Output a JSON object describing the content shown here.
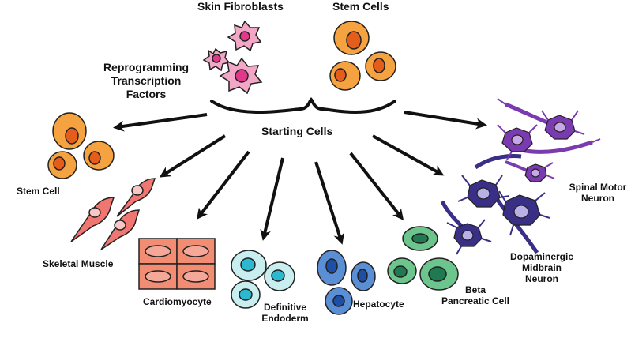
{
  "labels": {
    "skin_fibroblasts": "Skin Fibroblasts",
    "stem_cells_top": "Stem Cells",
    "reprogramming": "Reprogramming\nTranscription\nFactors",
    "starting_cells": "Starting Cells",
    "stem_cell": "Stem Cell",
    "skeletal_muscle": "Skeletal Muscle",
    "cardiomyocyte": "Cardiomyocyte",
    "definitive_endoderm": "Definitive\nEndoderm",
    "hepatocyte": "Hepatocyte",
    "beta_pancreatic": "Beta\nPancreatic Cell",
    "dopaminergic": "Dopaminergic\nMidbrain\nNeuron",
    "spinal_motor": "Spinal Motor\nNeuron"
  },
  "colors": {
    "fibroblast_fill": "#f3a7c6",
    "fibroblast_nucleus": "#e2388a",
    "stem_fill": "#f5a340",
    "stem_nucleus": "#e55d1a",
    "muscle_fill": "#f07672",
    "muscle_nucleus": "#f8c6c3",
    "cardio_fill": "#f28c73",
    "cardio_nucleus": "#f6a898",
    "endoderm_fill": "#c8eef0",
    "endoderm_nucleus": "#2cb8cf",
    "hepato_fill": "#5a8fd6",
    "hepato_nucleus": "#1e4fa6",
    "beta_fill": "#6cc58c",
    "beta_nucleus": "#1f7a52",
    "dopa_fill": "#3a2f86",
    "dopa_nucleus": "#b9b0e6",
    "spinal_fill": "#7b3bb0",
    "spinal_nucleus": "#c9a6e6"
  }
}
